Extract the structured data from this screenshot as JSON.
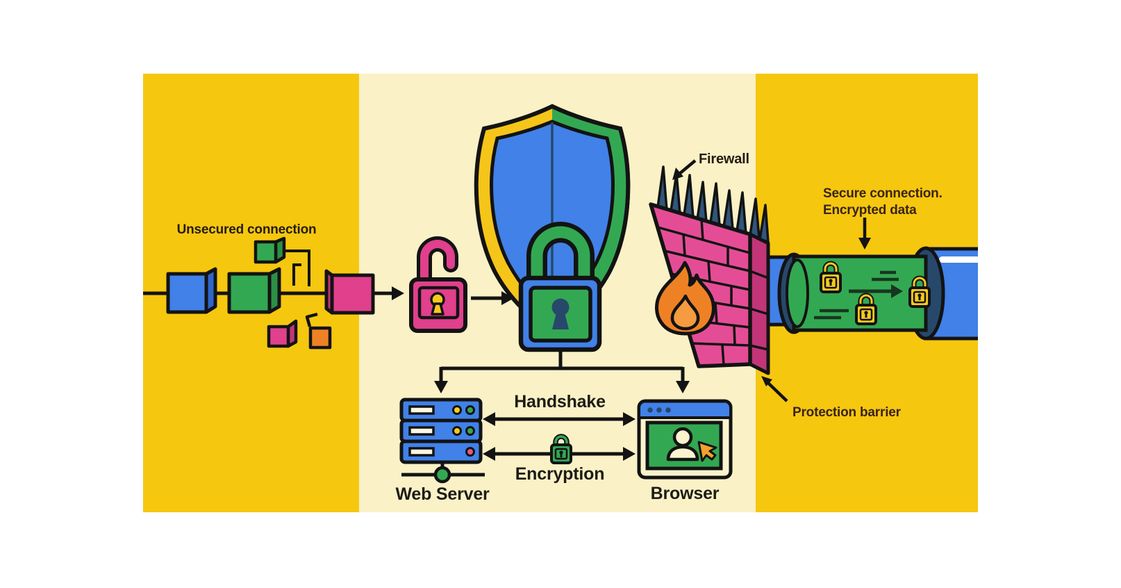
{
  "illustration": {
    "title": "Web security infographic",
    "labels": {
      "unsecured_connection": "Unsecured connection",
      "firewall": "Firewall",
      "secure_connection_1": "Secure connection.",
      "secure_connection_2": "Encrypted data",
      "protection_barrier": "Protection barrier",
      "handshake": "Handshake",
      "encryption": "Encryption",
      "web_server": "Web Server",
      "browser": "Browser"
    },
    "icons": [
      "data-packet-cubes",
      "open-padlock-icon",
      "shield-icon",
      "closed-padlock-icon",
      "firewall-wall-icon",
      "flame-icon",
      "secure-tunnel-icon",
      "yellow-padlock-icon",
      "web-server-icon",
      "browser-window-icon",
      "user-icon",
      "cursor-icon",
      "mini-padlock-icon"
    ],
    "colors": {
      "panel_yellow": "#F6C70F",
      "panel_cream": "#FAF1C6",
      "blue": "#4181E8",
      "green": "#33A852",
      "pink": "#E0408C",
      "wall_pink": "#E44D96",
      "wall_side_pink": "#C23579",
      "orange": "#EF8125",
      "flame_inner_orange": "#F59B40",
      "navy": "#27486B",
      "spike_navy": "#30567C",
      "lock_yellow": "#F6C91F",
      "outline": "#131313",
      "text_dark": "#241c12",
      "text_brown": "#3a2317",
      "page_bg": "#ffffff"
    }
  }
}
